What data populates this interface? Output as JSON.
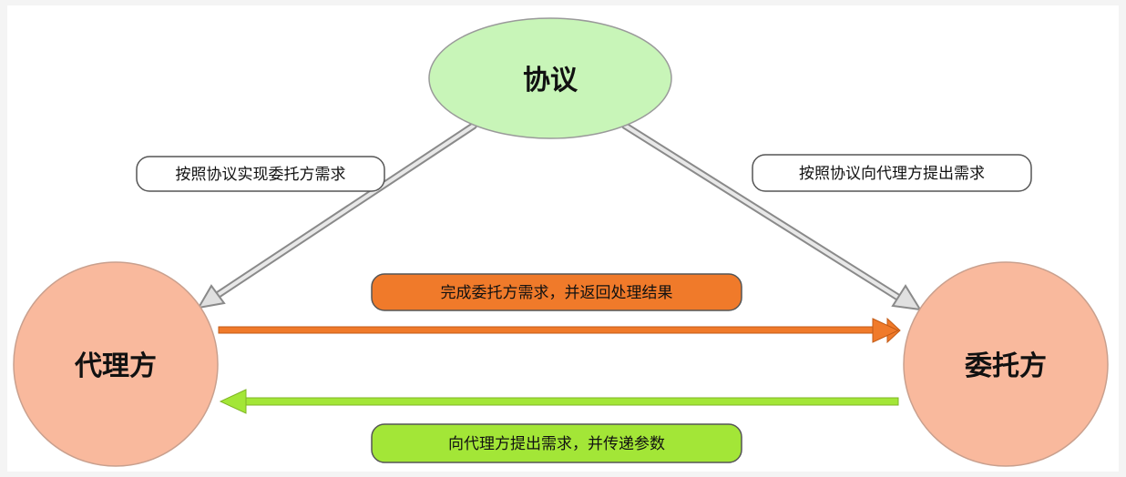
{
  "nodes": {
    "protocol": {
      "label": "协议",
      "color": "#c8f5b8"
    },
    "delegate": {
      "label": "代理方",
      "color": "#f9b99d"
    },
    "delegator": {
      "label": "委托方",
      "color": "#f9b99d"
    }
  },
  "edges": {
    "protocol_to_delegate": {
      "label": "按照协议实现委托方需求"
    },
    "protocol_to_delegator": {
      "label": "按照协议向代理方提出需求"
    },
    "delegate_to_delegator": {
      "label": "完成委托方需求，并返回处理结果",
      "color": "#f07a2a"
    },
    "delegator_to_delegate": {
      "label": "向代理方提出需求，并传递参数",
      "color": "#a3e637"
    }
  }
}
